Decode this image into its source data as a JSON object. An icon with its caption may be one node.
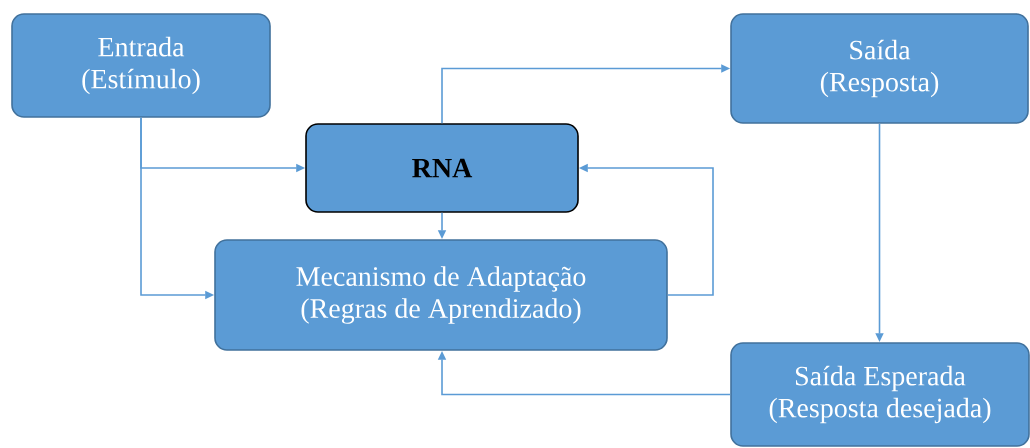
{
  "diagram": {
    "nodes": [
      {
        "text": [
          "Entrada (Estímulo)"
        ]
      },
      {
        "text": [
          "Saída (Resposta)"
        ]
      },
      {
        "text": [
          "RNA"
        ]
      },
      {
        "text": [
          "Mecanismo de Adaptação (Regras de Aprendizado)"
        ]
      },
      {
        "text": [
          "Saída Esperada (Resposta desejada)"
        ]
      }
    ],
    "edges": [
      {
        "from": 0,
        "to": 2,
        "arrow": "to"
      },
      {
        "from": 0,
        "to": 3,
        "arrow": "to"
      },
      {
        "from": 2,
        "to": 1,
        "arrow": "to"
      },
      {
        "from": 2,
        "to": 3,
        "arrow": "to"
      },
      {
        "from": 3,
        "to": 2,
        "arrow": "to"
      },
      {
        "from": 1,
        "to": 4,
        "arrow": "to"
      },
      {
        "from": 4,
        "to": 3,
        "arrow": "to"
      }
    ]
  }
}
